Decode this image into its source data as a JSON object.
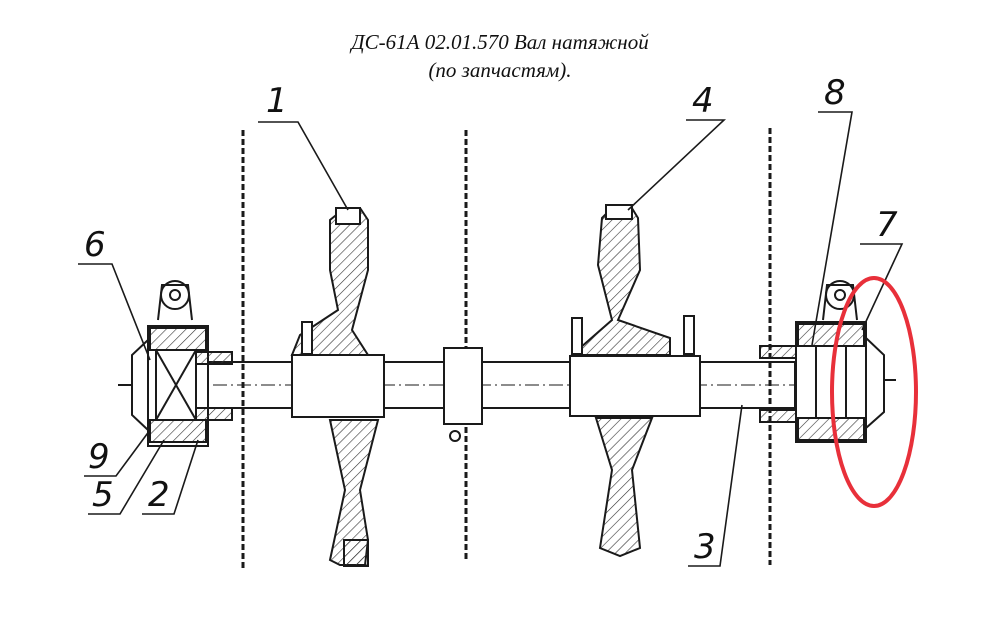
{
  "title": {
    "line1": "ДС-61А 02.01.570 Вал натяжной",
    "line2": "(по запчастям)."
  },
  "callouts": [
    "1",
    "2",
    "3",
    "4",
    "5",
    "6",
    "7",
    "8",
    "9"
  ],
  "colors": {
    "line": "#1a1a1a",
    "highlight": "#e8303a",
    "hatch": "#333333"
  }
}
